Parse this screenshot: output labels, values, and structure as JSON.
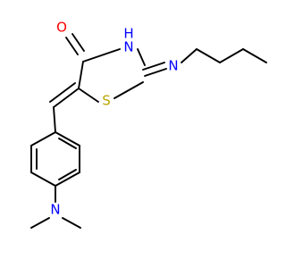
{
  "molecule": {
    "atoms": {
      "oxygen": "O",
      "ring_nh": "H",
      "ring_n": "N",
      "imine_n": "N",
      "sulfur": "S",
      "amine_n": "N"
    },
    "colors": {
      "bond": "#000000",
      "oxygen": "#ff0000",
      "nitrogen": "#0000ff",
      "sulfur": "#b8a600"
    }
  }
}
